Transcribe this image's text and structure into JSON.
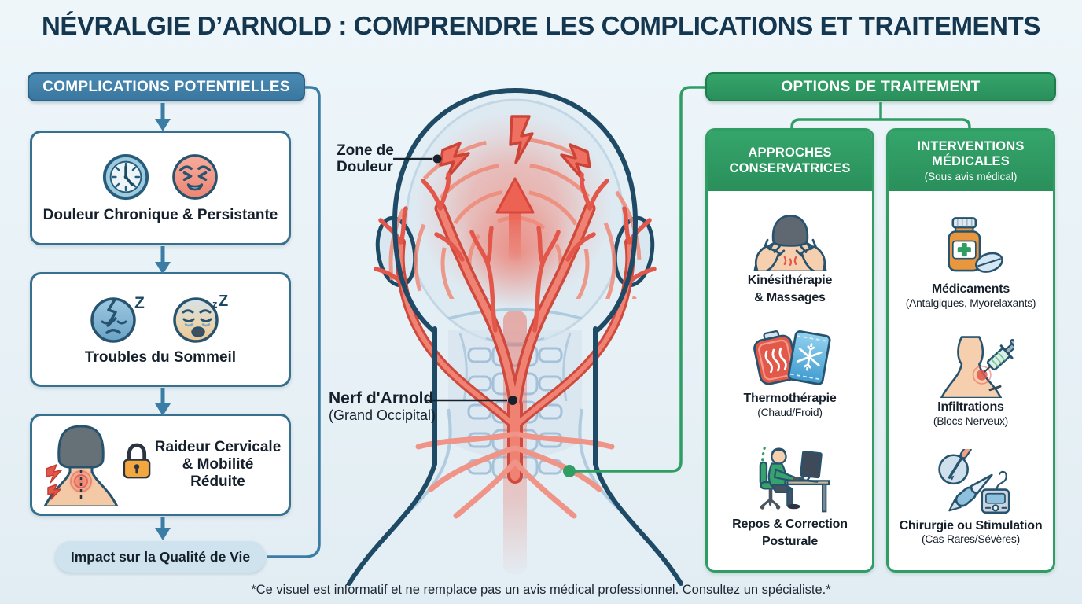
{
  "title": "NÉVRALGIE D’ARNOLD : COMPRENDRE LES COMPLICATIONS ET TRAITEMENTS",
  "complications": {
    "header": "COMPLICATIONS POTENTIELLES",
    "item1": {
      "label": "Douleur Chronique & Persistante"
    },
    "item2": {
      "label": "Troubles du Sommeil"
    },
    "item3": {
      "line1": "Raideur Cervicale",
      "line2": "& Mobilité Réduite"
    },
    "impact": "Impact sur la Qualité de Vie"
  },
  "anatomy": {
    "pain_zone_line1": "Zone de",
    "pain_zone_line2": "Douleur",
    "nerve_label": "Nerf d'Arnold",
    "nerve_sublabel": "(Grand Occipital)"
  },
  "treatment": {
    "header": "OPTIONS DE TRAITEMENT",
    "conservative": {
      "title_line1": "APPROCHES",
      "title_line2": "CONSERVATRICES",
      "item1": {
        "line1": "Kinésithérapie",
        "line2": "& Massages"
      },
      "item2": {
        "label": "Thermothérapie",
        "sub": "(Chaud/Froid)"
      },
      "item3": {
        "line1": "Repos & Correction",
        "line2": "Posturale"
      }
    },
    "medical": {
      "title_line1": "INTERVENTIONS",
      "title_line2": "MÉDICALES",
      "subtitle": "(Sous avis médical)",
      "item1": {
        "label": "Médicaments",
        "sub": "(Antalgiques, Myorelaxants)"
      },
      "item2": {
        "label": "Infiltrations",
        "sub": "(Blocs Nerveux)"
      },
      "item3": {
        "label": "Chirurgie ou Stimulation",
        "sub": "(Cas Rares/Sévères)"
      }
    }
  },
  "icons": {
    "sleep_z": "Z",
    "sleep_z_small": "z",
    "sleep_z_big": "Z"
  },
  "footer": "*Ce visuel est informatif et ne remplace pas un avis médical professionnel. Consultez un spécialiste.*",
  "colors": {
    "accent_blue": "#3c7da5",
    "accent_green": "#2f9d64",
    "pain_red": "#e2574a",
    "navy": "#1e4a66"
  }
}
